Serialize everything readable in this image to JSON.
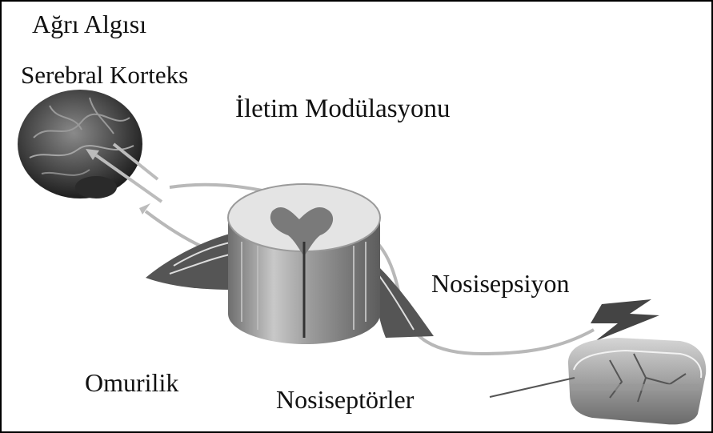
{
  "diagram": {
    "title": "Ağrı Algısı",
    "labels": {
      "cortex": "Serebral Korteks",
      "modulation": "İletim Modülasyonu",
      "nociception": "Nosisepsiyon",
      "spinal_cord": "Omurilik",
      "nociceptors": "Nosiseptörler"
    },
    "colors": {
      "pathway": "#b8b8b8",
      "outline": "#000000",
      "tissue": "#8a8a8a"
    }
  }
}
